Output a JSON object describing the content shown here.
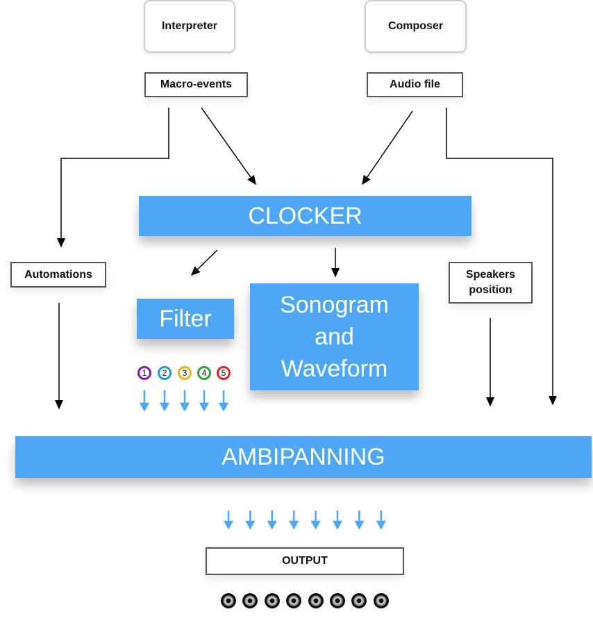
{
  "sources": {
    "interpreter": "Interpreter",
    "composer": "Composer"
  },
  "inputs": {
    "macro_events": "Macro-events",
    "audio_file": "Audio file"
  },
  "clocker": "CLOCKER",
  "automations": "Automations",
  "speakers_position": "Speakers position",
  "filter": "Filter",
  "sonogram": "Sonogram and Waveform",
  "filter_channels": [
    {
      "n": "1",
      "color": "#7b1fa2"
    },
    {
      "n": "2",
      "color": "#1e9ad6"
    },
    {
      "n": "3",
      "color": "#e0b81c"
    },
    {
      "n": "4",
      "color": "#2e9e3e"
    },
    {
      "n": "5",
      "color": "#d9262c"
    }
  ],
  "ambipanning": "AMBIPANNING",
  "output": "OUTPUT",
  "output_channel_count": 8,
  "colors": {
    "block": "#4ea6f5",
    "arrow": "#4ea6f5"
  }
}
